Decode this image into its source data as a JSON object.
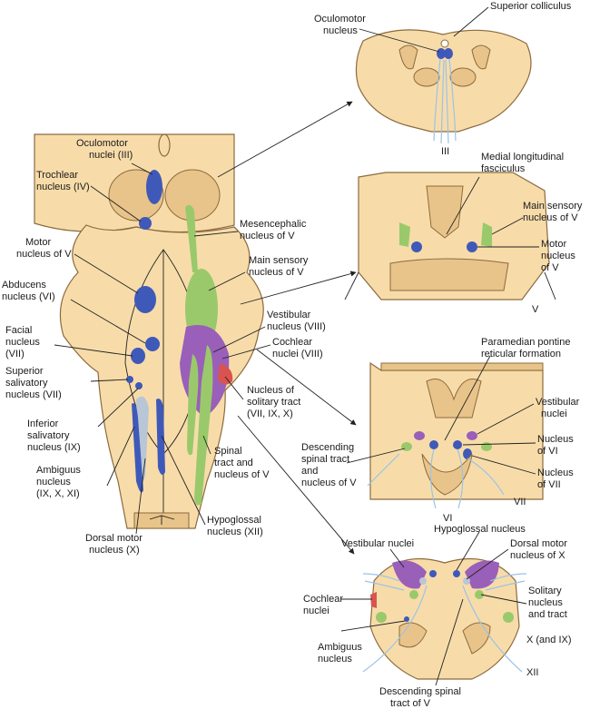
{
  "colors": {
    "tissue": "#f7dcaa",
    "motor": "#3f59b8",
    "sensory": "#9ac96b",
    "vestibular": "#9a5fb8",
    "solitary": "#d9534f",
    "nerve": "#9cc3e6"
  },
  "brainstem_labels": {
    "oculomotor_nuclei": [
      "Oculomotor",
      "nuclei (III)"
    ],
    "trochlear": [
      "Trochlear",
      "nucleus (IV)"
    ],
    "motor_v": [
      "Motor",
      "nucleus of V"
    ],
    "abducens": [
      "Abducens",
      "nucleus (VI)"
    ],
    "facial": [
      "Facial",
      "nucleus",
      "(VII)"
    ],
    "sup_salivatory": [
      "Superior",
      "salivatory",
      "nucleus (VII)"
    ],
    "inf_salivatory": [
      "Inferior",
      "salivatory",
      "nucleus (IX)"
    ],
    "ambiguus": [
      "Ambiguus",
      "nucleus",
      "(IX, X, XI)"
    ],
    "dorsal_motor": [
      "Dorsal motor",
      "nucleus (X)"
    ],
    "hypoglossal": [
      "Hypoglossal",
      "nucleus (XII)"
    ],
    "spinal_tract": [
      "Spinal",
      "tract and",
      "nucleus of V"
    ],
    "solitary": [
      "Nucleus of",
      "solitary tract",
      "(VII, IX, X)"
    ],
    "cochlear": [
      "Cochlear",
      "nuclei (VIII)"
    ],
    "vestibular": [
      "Vestibular",
      "nucleus (VIII)"
    ],
    "main_sensory": [
      "Main sensory",
      "nucleus of V"
    ],
    "mesencephalic": [
      "Mesencephalic",
      "nucleus of V"
    ]
  },
  "section1": {
    "oculomotor": [
      "Oculomotor",
      "nucleus"
    ],
    "sup_colliculus": "Superior colliculus",
    "nerve": "III"
  },
  "section2": {
    "mlf": [
      "Medial longitudinal",
      "fasciculus"
    ],
    "main_sensory": [
      "Main sensory",
      "nucleus of V"
    ],
    "motor": [
      "Motor",
      "nucleus",
      "of V"
    ],
    "nerve": "V"
  },
  "section3": {
    "pprf": [
      "Paramedian pontine",
      "reticular formation"
    ],
    "vestibular": [
      "Vestibular",
      "nuclei"
    ],
    "nuc_vi": [
      "Nucleus",
      "of VI"
    ],
    "nuc_vii": [
      "Nucleus",
      "of VII"
    ],
    "desc_spinal": [
      "Descending",
      "spinal tract",
      "and",
      "nucleus of V"
    ],
    "nerve_vii": "VII",
    "nerve_vi": "VI"
  },
  "section4": {
    "vestibular": "Vestibular nuclei",
    "hypoglossal": "Hypoglossal nucleus",
    "dorsal_motor": [
      "Dorsal motor",
      "nucleus of X"
    ],
    "cochlear": [
      "Cochlear",
      "nuclei"
    ],
    "solitary": [
      "Solitary",
      "nucleus",
      "and tract"
    ],
    "x_ix": "X (and IX)",
    "ambiguus": [
      "Ambiguus",
      "nucleus"
    ],
    "xii": "XII",
    "desc_spinal": [
      "Descending spinal",
      "tract of V"
    ]
  }
}
